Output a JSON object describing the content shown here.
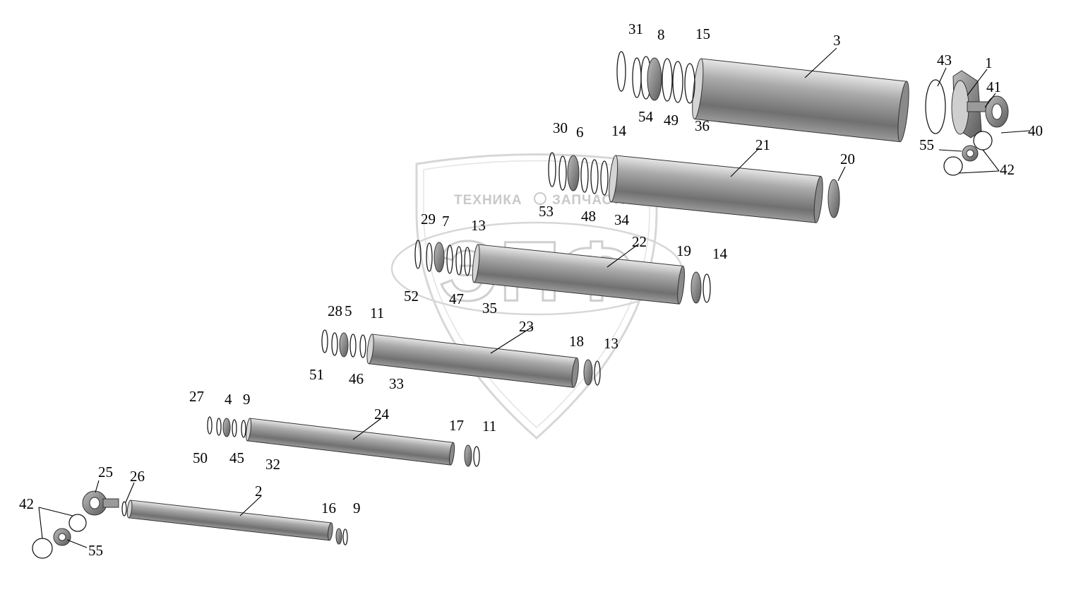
{
  "watermark": {
    "left_text": "ТЕХНИКА",
    "right_text": "ЗАПЧАСТИ",
    "big_text": "ЭПФ"
  },
  "tubes": [
    {
      "id": "3"
    },
    {
      "id": "21"
    },
    {
      "id": "22"
    },
    {
      "id": "23"
    },
    {
      "id": "24"
    },
    {
      "id": "2"
    }
  ],
  "callouts": [
    "31",
    "8",
    "15",
    "3",
    "43",
    "1",
    "41",
    "40",
    "55",
    "42",
    "54",
    "49",
    "36",
    "30",
    "6",
    "14",
    "21",
    "20",
    "53",
    "48",
    "34",
    "29",
    "7",
    "13",
    "22",
    "19",
    "14",
    "52",
    "47",
    "35",
    "28",
    "5",
    "11",
    "23",
    "18",
    "13",
    "51",
    "46",
    "33",
    "27",
    "4",
    "9",
    "24",
    "17",
    "11",
    "50",
    "45",
    "32",
    "25",
    "26",
    "2",
    "16",
    "9",
    "42",
    "55"
  ]
}
